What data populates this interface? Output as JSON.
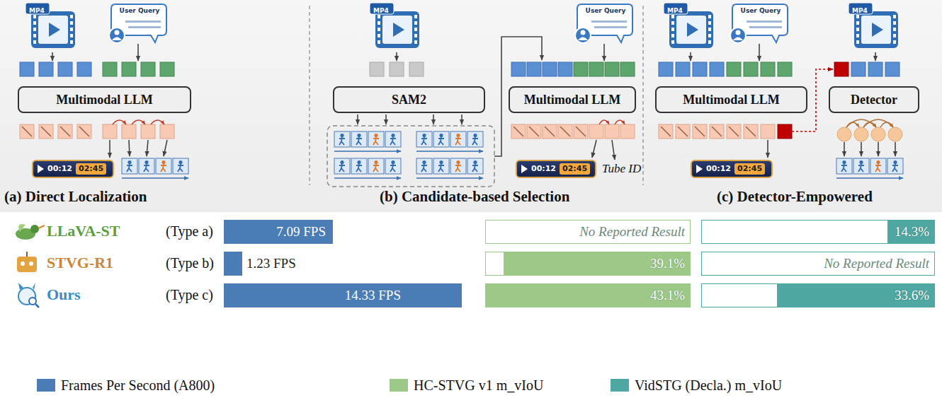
{
  "diagram": {
    "nodes": [
      {
        "text": [
          "MP4"
        ]
      },
      {
        "text": [
          "User Query"
        ]
      },
      {
        "text": [
          "Multimodal LLM"
        ]
      },
      {
        "text": [
          "00:12",
          "02:45"
        ]
      },
      {
        "text": [
          "MP4"
        ]
      },
      {
        "text": [
          "SAM2"
        ]
      },
      {
        "text": [
          "User Query"
        ]
      },
      {
        "text": [
          "Multimodal LLM"
        ]
      },
      {
        "text": [
          "00:12",
          "02:45"
        ]
      },
      {
        "text": [
          "MP4"
        ]
      },
      {
        "text": [
          "User Query"
        ]
      },
      {
        "text": [
          "Multimodal LLM"
        ]
      },
      {
        "text": [
          "00:12",
          "02:45"
        ]
      },
      {
        "text": [
          "MP4"
        ]
      },
      {
        "text": [
          "Detector"
        ]
      },
      {
        "text": [
          "7.09 FPS"
        ]
      },
      {
        "text": [
          "No Reported Result"
        ]
      },
      {
        "text": [
          "14.3%"
        ]
      },
      {
        "text": [
          "1.23 FPS"
        ]
      },
      {
        "text": [
          "39.1%"
        ]
      },
      {
        "text": [
          "No Reported Result"
        ]
      },
      {
        "text": [
          "14.33 FPS"
        ]
      },
      {
        "text": [
          "43.1%"
        ]
      },
      {
        "text": [
          "33.6%"
        ]
      }
    ],
    "labels": [
      "(a) Direct Localization",
      "(b) Candidate-based Selection",
      "(c) Detector-Empowered",
      "Tube ID",
      "LLaVA-ST",
      "(Type a)",
      "STVG-R1",
      "(Type b)",
      "Ours",
      "(Type c)"
    ],
    "legend": [
      {
        "text": "Frames Per Second (A800)",
        "color": "#4a7db5"
      },
      {
        "text": "HC-STVG v1 m_vIoU",
        "color": "#9cc987"
      },
      {
        "text": "VidSTG (Decla.) m_vIoU",
        "color": "#4fa8a3"
      }
    ]
  }
}
